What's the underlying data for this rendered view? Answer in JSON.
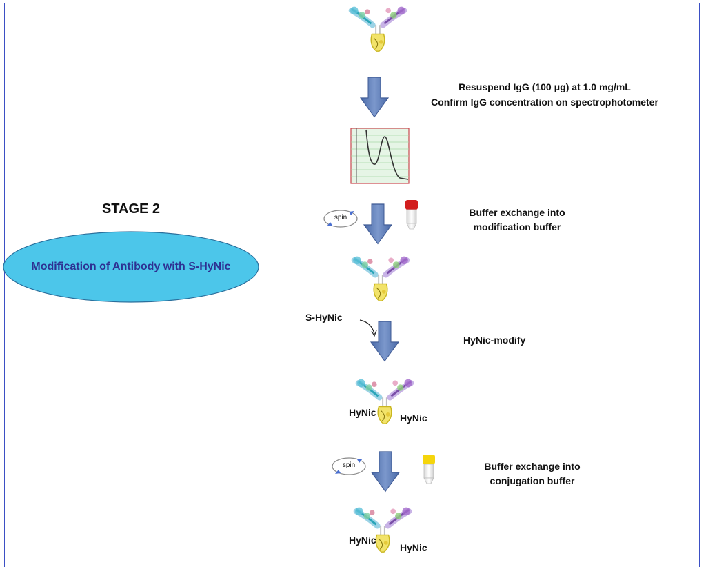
{
  "stage": {
    "title": "STAGE 2",
    "label": "Modification of Antibody with S-HyNic"
  },
  "steps": {
    "resuspend": {
      "line1": "Resuspend IgG (100 μg) at 1.0 mg/mL",
      "line2": "Confirm IgG concentration on spectrophotometer"
    },
    "buffer1": {
      "spin": "spin",
      "line1": "Buffer exchange into",
      "line2": "modification buffer"
    },
    "modify": {
      "reagent": "S-HyNic",
      "label": "HyNic-modify"
    },
    "hynic_labels_1": {
      "left": "HyNic",
      "right": "HyNic"
    },
    "buffer2": {
      "spin": "spin",
      "line1": "Buffer exchange into",
      "line2": "conjugation buffer"
    },
    "hynic_labels_2": {
      "left": "HyNic",
      "right": "HyNic"
    }
  },
  "colors": {
    "frame": "#3b4fc4",
    "oval_fill": "#4cc6ea",
    "oval_text": "#2e3192",
    "arrow": "#5b7bb7",
    "tube_cap_red": "#d21e1e",
    "tube_cap_yellow": "#f5d50c",
    "spectrum_bg": "#e6f5e6",
    "spectrum_border": "#c8474e"
  },
  "icons": [
    "antibody-icon",
    "down-arrow-icon",
    "spectrophotometer-graph-icon",
    "spin-icon",
    "spin-tube-icon",
    "curved-arrow-icon"
  ]
}
